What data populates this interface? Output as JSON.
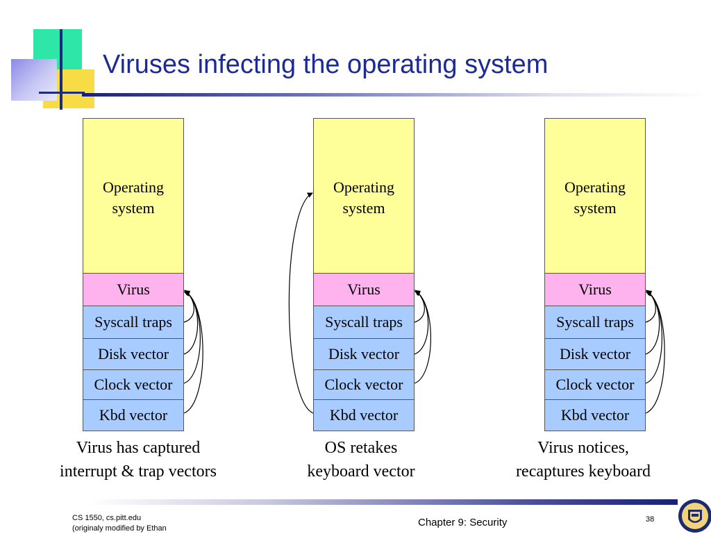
{
  "title": "Viruses infecting the operating system",
  "columns": [
    {
      "os_label": [
        "Operating",
        "system"
      ],
      "virus": "Virus",
      "vectors": [
        "Syscall traps",
        "Disk vector",
        "Clock vector",
        "Kbd vector"
      ],
      "caption": [
        "Virus has captured",
        "interrupt & trap vectors"
      ]
    },
    {
      "os_label": [
        "Operating",
        "system"
      ],
      "virus": "Virus",
      "vectors": [
        "Syscall traps",
        "Disk vector",
        "Clock vector",
        "Kbd vector"
      ],
      "caption": [
        "OS retakes",
        "keyboard vector"
      ]
    },
    {
      "os_label": [
        "Operating",
        "system"
      ],
      "virus": "Virus",
      "vectors": [
        "Syscall traps",
        "Disk vector",
        "Clock vector",
        "Kbd vector"
      ],
      "caption": [
        "Virus notices,",
        "recaptures keyboard"
      ]
    }
  ],
  "colors": {
    "os": "#ffff99",
    "virus": "#ffb3ee",
    "vector": "#a8ccff",
    "title": "#1c2a96"
  },
  "footer": {
    "course": "CS 1550, cs.pitt.edu",
    "note": "(originaly modified by Ethan",
    "chapter": "Chapter 9: Security",
    "page": "38"
  }
}
